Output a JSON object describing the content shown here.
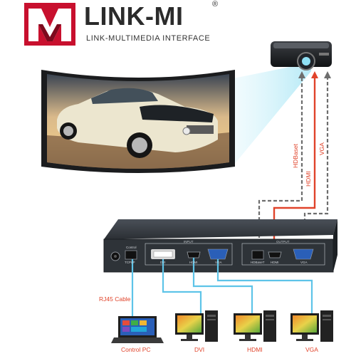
{
  "brand": {
    "name": "LINK-MI",
    "registered_mark": "®",
    "tagline": "LINK-MULTIMEDIA INTERFACE"
  },
  "connections": {
    "hdbaset": "HDBaset",
    "hdmi": "HDMI",
    "vga": "VGA",
    "rj45": "RJ45 Cable"
  },
  "device": {
    "input_label": "INPUT",
    "output_label": "OUTPUT",
    "control_label": "Control",
    "tcpip_label": "TCP/IP",
    "dvi_port": "DVI",
    "hdmi_in_port": "HDMI",
    "vga_in_port": "VGA",
    "hdbaset_port": "HDBaseT",
    "hdmi_out_port": "HDMI",
    "vga_out_port": "VGA"
  },
  "sources": {
    "control_pc": "Control PC",
    "dvi": "DVI",
    "hdmi": "HDMI",
    "vga": "VGA"
  },
  "colors": {
    "brand_red": "#c8102e",
    "cable_blue": "#5ec4e8",
    "cable_orange": "#e0432a",
    "cable_dashed": "#6e6e6e",
    "device_body": "#2e3338"
  }
}
